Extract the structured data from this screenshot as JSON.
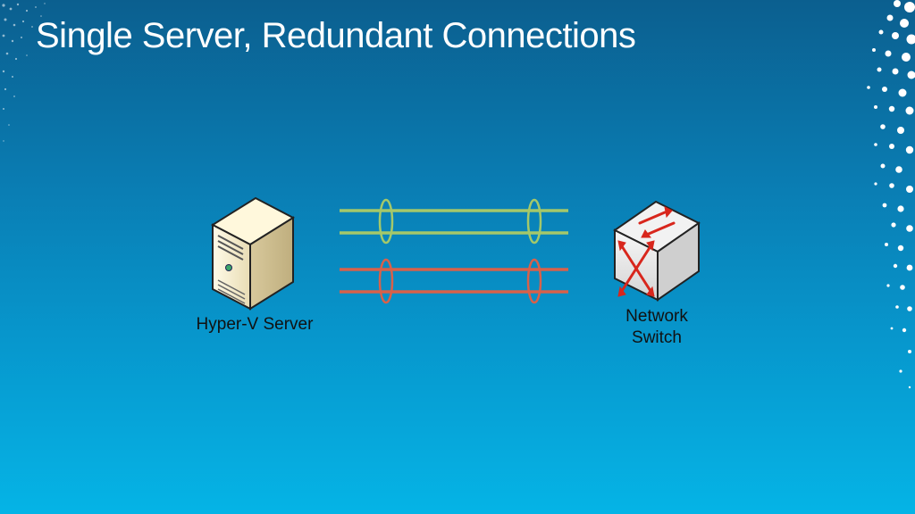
{
  "slide": {
    "title": "Single Server, Redundant Connections"
  },
  "nodes": {
    "server": {
      "label": "Hyper-V Server",
      "icon": "server-tower-icon"
    },
    "switch": {
      "label_line1": "Network",
      "label_line2": "Switch",
      "icon": "network-switch-icon"
    }
  },
  "links": [
    {
      "name": "team-1-link-a",
      "color": "#a4c86a"
    },
    {
      "name": "team-1-link-b",
      "color": "#a4c86a"
    },
    {
      "name": "team-2-link-a",
      "color": "#d8614a"
    },
    {
      "name": "team-2-link-b",
      "color": "#d8614a"
    }
  ],
  "colors": {
    "background_top": "#0b5f8f",
    "background_bottom": "#05b4e6",
    "switch_arrows": "#d8261c"
  }
}
